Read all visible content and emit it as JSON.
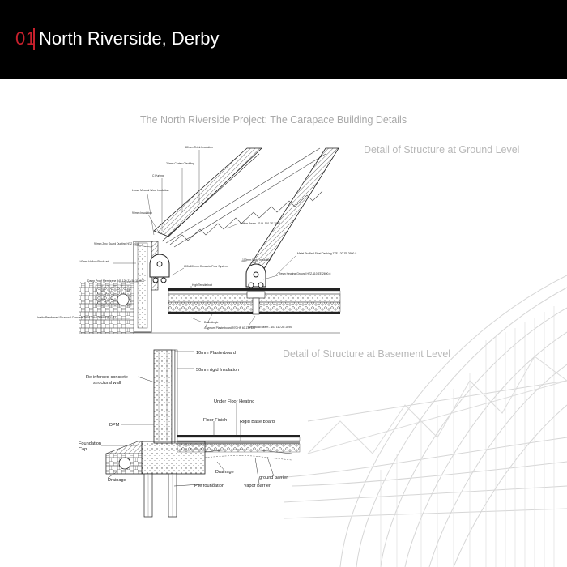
{
  "header": {
    "number": "01",
    "title": "North Riverside, Derby"
  },
  "subtitle": "The North Riverside Project: The Carapace Building Details",
  "captions": {
    "ground": "Detail of Structure at Ground Level",
    "basement": "Detail of Structure at Basement Level"
  },
  "ground_labels": {
    "thick_insulation": "80mm Thick Insulation",
    "cladding": "25mm Corten Cladding",
    "c_purling": "C Purling",
    "mineral_wool": "Loose Mineral Wool Insulation",
    "insulation_90": "90mm Insulation",
    "lattice_beam": "Lattice Beam - G.H. 110 ZE 2890",
    "zinc_gutter": "90mm Zinc Guard Ducting HTZ - 400",
    "hollow_block": "140mm Hollow Block unit",
    "dpm": "Damp Proof Membrane 345 120 ZA 50 110400",
    "concrete_pour": "600x600mm Concrete Pour System",
    "rigid_insulation": "100mm Rigid Insulation",
    "heating_ground": "Resin Heating Ground HTZ-110 ZE 2690-6",
    "metal_decking": "Metal Profiled Steel Decking ZZE 120 ZE 2690-8",
    "high_tensile": "High Tensile bolt",
    "reinforced_structural": "In situ Reinforced Structural Concrete 3575 ZAH12038 53E21 1L",
    "drain_angle": "Drain Angle",
    "plasterboard_ground": "Gypsum Plasterboard 970 HP 60 ZM 120",
    "structural_beam": "Structural Beam - 103 110 ZE 2890"
  },
  "basement_labels": {
    "plasterboard": "10mm Plasterboard",
    "rigid_insulation": "50mm rigid Insulation",
    "reinforced_wall": "Re-inforced concrete structural wall",
    "under_floor": "Under Floor Heating",
    "floor_finish": "Floor Finish",
    "rigid_base": "Rigid Base board",
    "dpm": "DPM",
    "foundation_cap": "Foundation Cap",
    "drainage_mid": "Drainage",
    "ground_barrier": "ground barrier",
    "drainage_left": "Drainage",
    "pile_foundation": "Pile foundation",
    "vapor_barrier": "Vapor Barrier"
  }
}
